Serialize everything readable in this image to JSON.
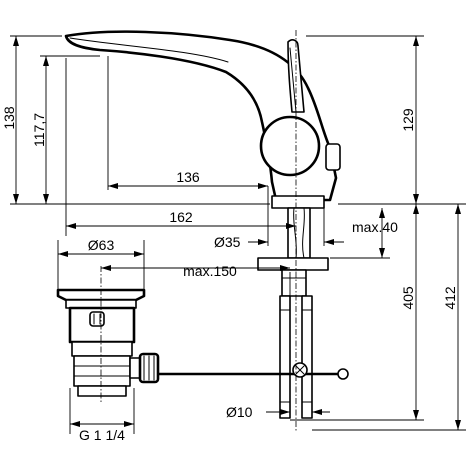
{
  "dimensions": {
    "height_total": "138",
    "height_spout": "117,7",
    "height_body": "129",
    "spout_reach": "136",
    "overall_reach": "162",
    "flange_diameter": "Ø63",
    "base_diameter": "Ø35",
    "max_deck_thickness": "max.40",
    "max_rod_length": "max.150",
    "height_405": "405",
    "height_412": "412",
    "hose_diameter": "Ø10",
    "waste_thread": "G 1 1/4"
  }
}
